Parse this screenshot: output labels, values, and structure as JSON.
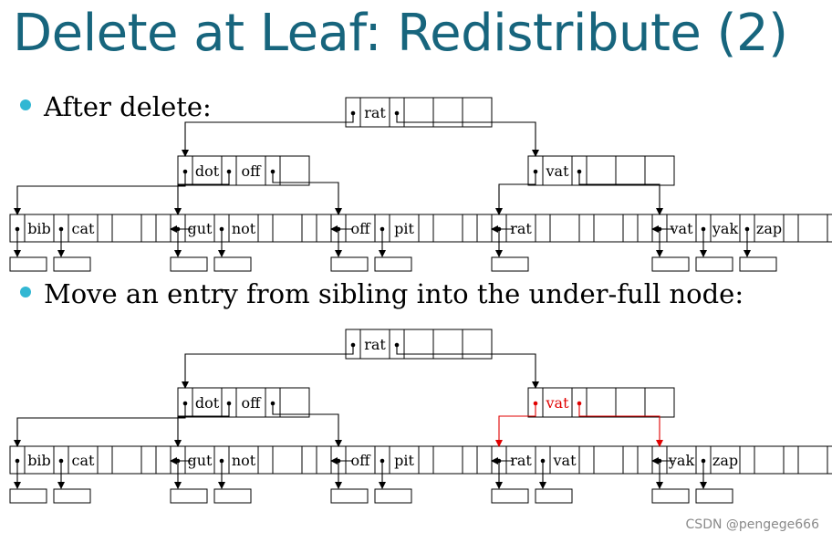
{
  "title": "Delete at Leaf:  Redistribute (2)",
  "bullets": [
    "After delete:",
    "Move an entry from sibling into the under-full node:"
  ],
  "watermark": "CSDN @pengege666",
  "colors": {
    "title": "#17657d",
    "bullet": "#32b7d3",
    "highlight": "#e00000"
  },
  "trees": [
    {
      "name": "tree-after-delete",
      "root": {
        "keys": [
          "rat"
        ]
      },
      "internal": [
        {
          "keys": [
            "dot",
            "off"
          ]
        },
        {
          "keys": [
            "vat"
          ]
        }
      ],
      "leaves": [
        {
          "keys": [
            "bib",
            "cat"
          ]
        },
        {
          "keys": [
            "gut",
            "not"
          ]
        },
        {
          "keys": [
            "off",
            "pit"
          ]
        },
        {
          "keys": [
            "rat"
          ]
        },
        {
          "keys": [
            "vat",
            "yak",
            "zap"
          ]
        }
      ]
    },
    {
      "name": "tree-after-redistribute",
      "root": {
        "keys": [
          "rat"
        ]
      },
      "internal": [
        {
          "keys": [
            "dot",
            "off"
          ]
        },
        {
          "keys": [
            "vat"
          ],
          "highlight": true
        }
      ],
      "leaves": [
        {
          "keys": [
            "bib",
            "cat"
          ]
        },
        {
          "keys": [
            "gut",
            "not"
          ]
        },
        {
          "keys": [
            "off",
            "pit"
          ]
        },
        {
          "keys": [
            "rat",
            "vat"
          ]
        },
        {
          "keys": [
            "yak",
            "zap"
          ]
        }
      ]
    }
  ]
}
